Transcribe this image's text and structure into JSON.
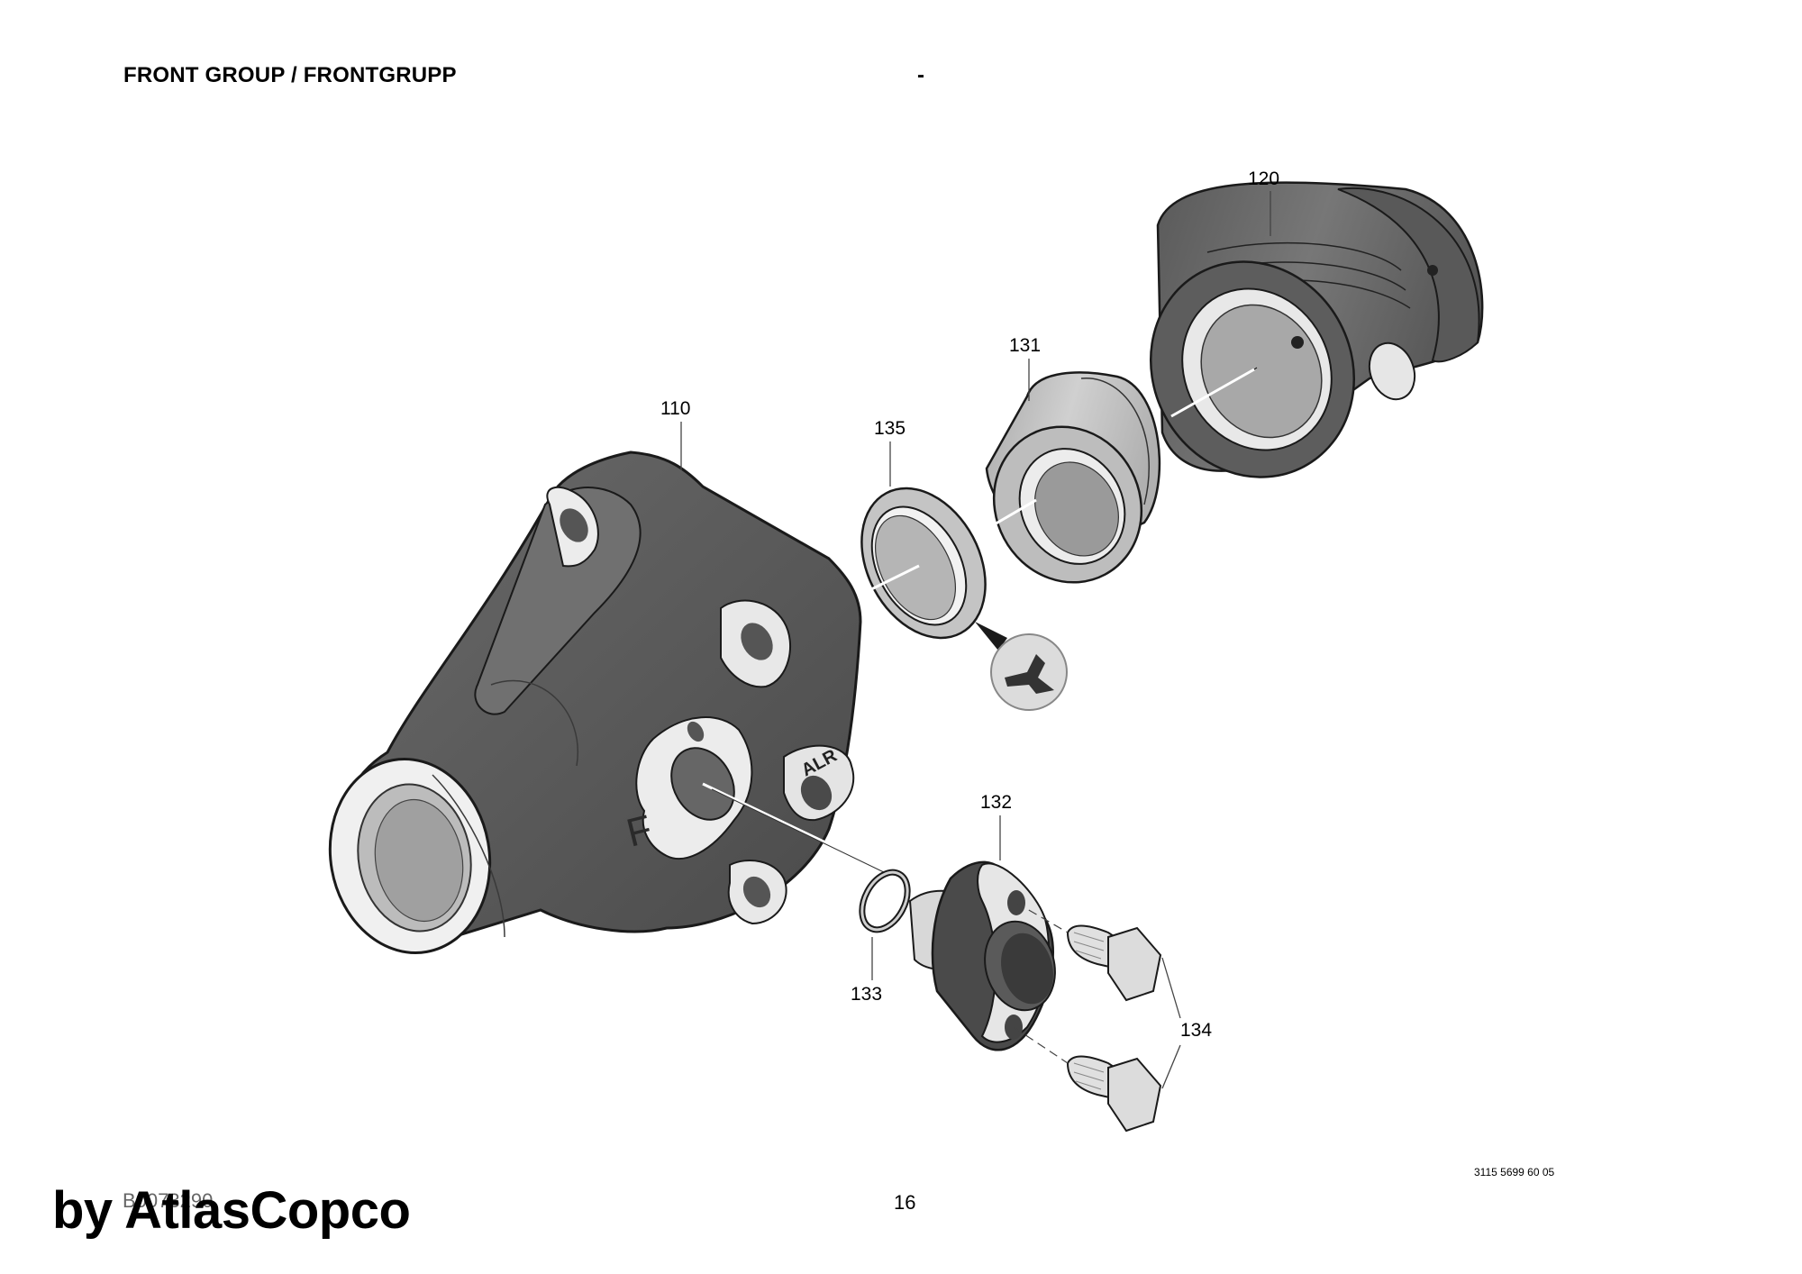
{
  "header": {
    "title": "FRONT GROUP / FRONTGRUPP",
    "dash": "-"
  },
  "diagram": {
    "callouts": {
      "c110": "110",
      "c120": "120",
      "c131": "131",
      "c135": "135",
      "c132": "132",
      "c133": "133",
      "c134": "134"
    },
    "marks": {
      "alr": "ALR",
      "front": "F"
    },
    "colors": {
      "housing": "#5c5c5c",
      "housing_dark": "#3a3a3a",
      "light_part": "#c2c2c2",
      "outline": "#1a1a1a"
    }
  },
  "footer": {
    "drawing_ref": "B0073290",
    "page_number": "16",
    "doc_number": "3115 5699 60 05",
    "watermark": "by AtlasCopco"
  }
}
